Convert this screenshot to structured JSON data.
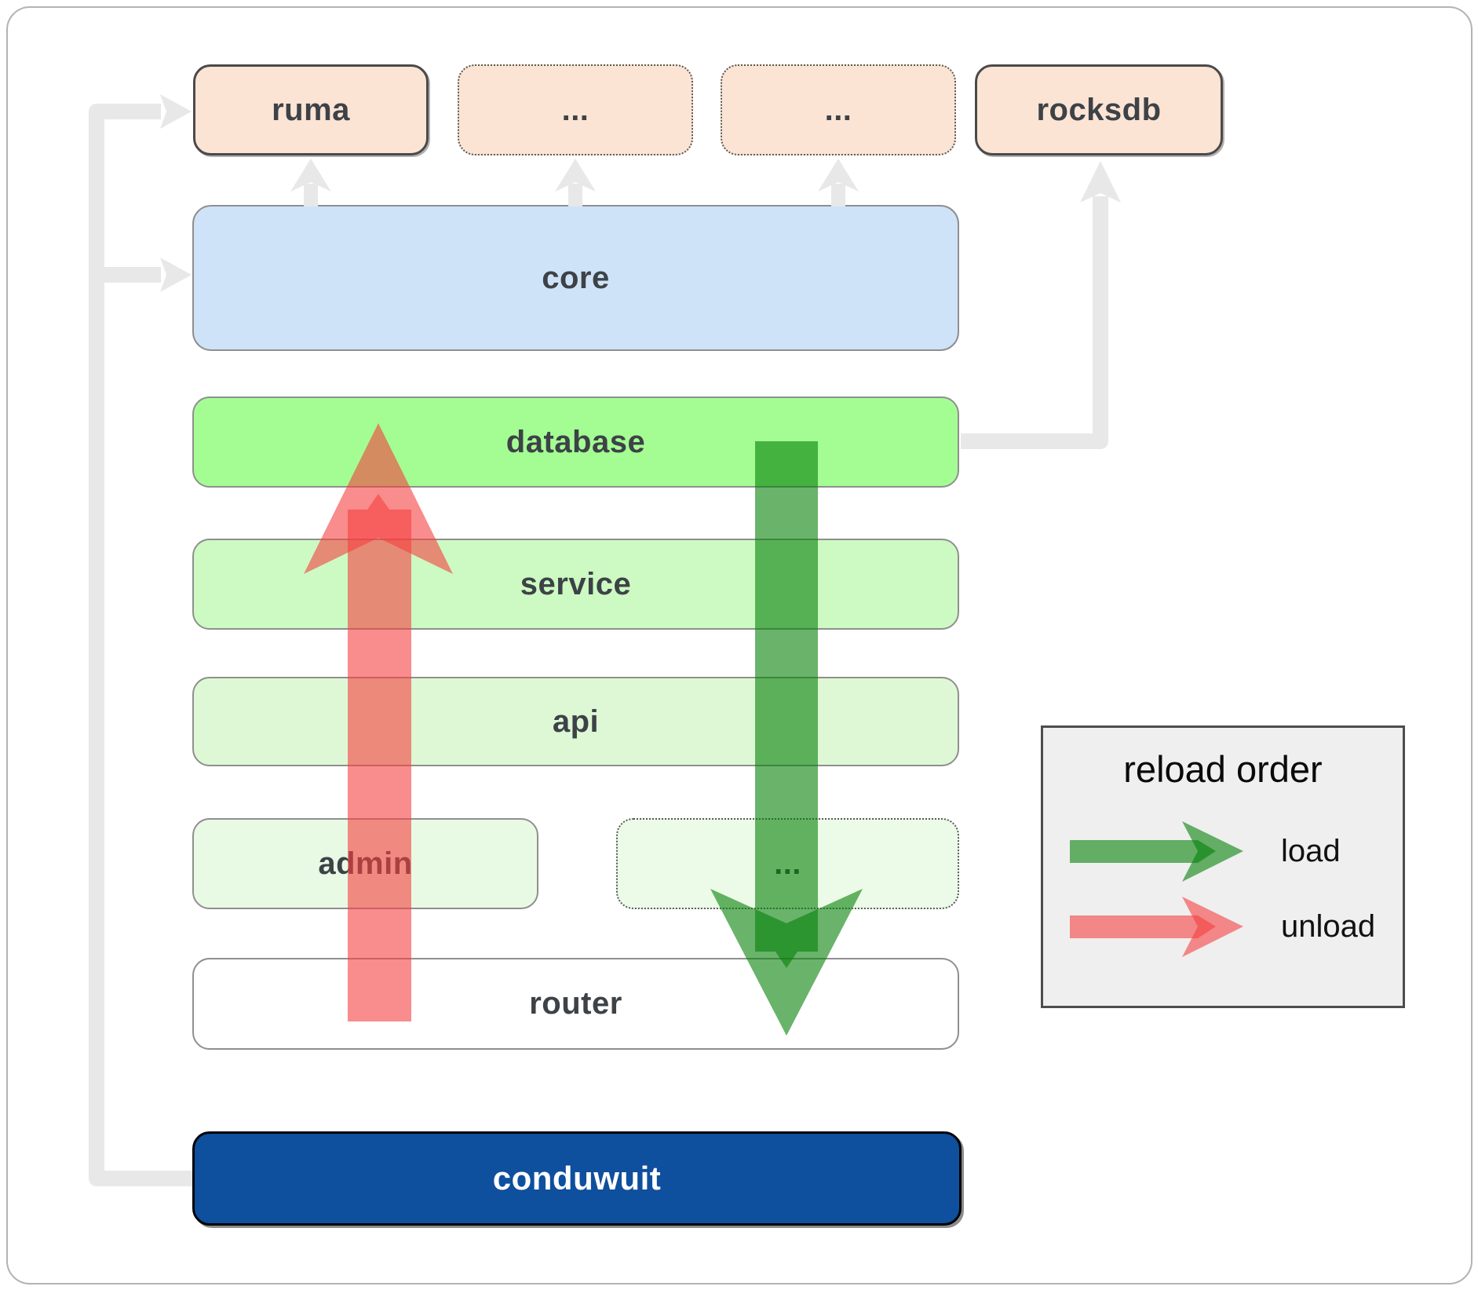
{
  "top_row": [
    {
      "label": "ruma"
    },
    {
      "label": "..."
    },
    {
      "label": "..."
    },
    {
      "label": "rocksdb"
    }
  ],
  "layers": {
    "core": "core",
    "database": "database",
    "service": "service",
    "api": "api",
    "admin": "admin",
    "admin_more": "...",
    "router": "router"
  },
  "app": {
    "label": "conduwuit"
  },
  "legend": {
    "title": "reload order",
    "load_label": "load",
    "unload_label": "unload"
  },
  "colors": {
    "load_green": "#068409",
    "unload_red": "#f53f3f",
    "database_green": "#a4fd92",
    "service_green": "#ccfac2",
    "api_green": "#def8d5",
    "admin_green": "#e9fae4",
    "core_blue": "#cee3f8",
    "peach": "#fce4d4",
    "conduwuit_blue": "#0e4f9e",
    "connector_gray": "#e8e8e8"
  }
}
